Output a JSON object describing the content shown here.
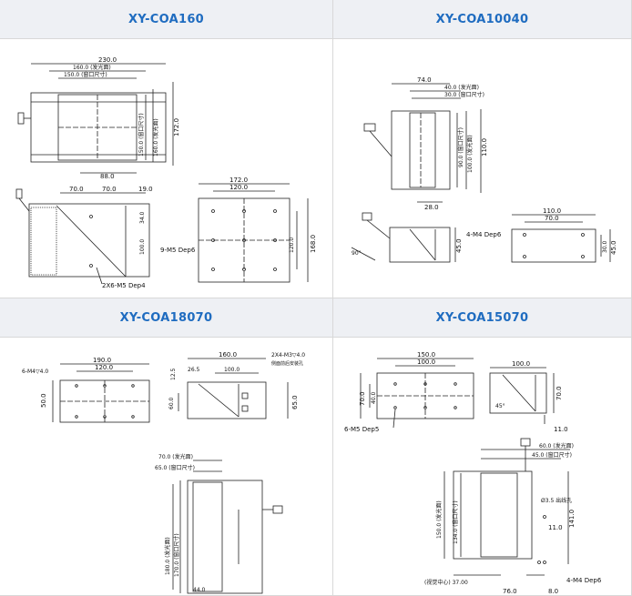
{
  "panels": [
    {
      "title": "XY-COA160",
      "labels": {
        "d230": "230.0",
        "d160": "160.0 (发光面)",
        "d150": "150.0 (窗口尺寸)",
        "d88": "88.0",
        "v150": "150.0 (窗口尺寸)",
        "v160": "160.0 (发光面)",
        "v172": "172.0",
        "s70a": "70.0",
        "s70b": "70.0",
        "s19": "19.0",
        "s34": "34.0",
        "s100": "100.0",
        "s2x6": "2X6-M5 Dep4",
        "b172": "172.0",
        "b120": "120.0",
        "b120v": "120.0",
        "b168": "168.0",
        "b9m5": "9-M5 Dep6"
      }
    },
    {
      "title": "XY-COA10040",
      "labels": {
        "d74": "74.0",
        "d40": "40.0 (发光面)",
        "d30": "30.0 (窗口尺寸)",
        "v90": "90.0 (窗口尺寸)",
        "v100": "100.0 (发光面)",
        "v110": "110.0",
        "d28": "28.0",
        "a90": "90°",
        "s45": "45.0",
        "b110": "110.0",
        "b70": "70.0",
        "b30": "30.0",
        "b45": "45.0",
        "b4m4": "4-M4 Dep6"
      }
    },
    {
      "title": "XY-COA18070",
      "labels": {
        "d190": "190.0",
        "d120": "120.0",
        "v50": "50.0",
        "m6": "6-M4▽4.0",
        "s160": "160.0",
        "s2x4": "2X4-M3▽4.0",
        "s2x4b": "侧面前后安装孔",
        "s12": "12.5",
        "s26": "26.5",
        "s100": "100.0",
        "s60": "60.0",
        "s65": "65.0",
        "t70": "70.0 (发光面)",
        "t65": "65.0 (窗口尺寸)",
        "t180": "180.0 (发光面)",
        "t170": "170.0 (窗口尺寸)",
        "t44": "44.0"
      }
    },
    {
      "title": "XY-COA15070",
      "labels": {
        "d150": "150.0",
        "d100": "100.0",
        "v70": "70.0",
        "v40": "40.0",
        "m6": "6-M5 Dep5",
        "s100": "100.0",
        "s45": "45°",
        "s70": "70.0",
        "s11": "11.0",
        "t60": "60.0 (发光面)",
        "t45": "45.0 (窗口尺寸)",
        "t150": "150.0 (发光面)",
        "t134": "134.0 (窗口尺寸)",
        "t141": "141.0",
        "hole": "Ø3.5 出线孔",
        "t11": "11.0",
        "c37": "(视觉中心) 37.00",
        "t76": "76.0",
        "t8": "8.0",
        "t4m4": "4-M4 Dep6"
      }
    }
  ]
}
